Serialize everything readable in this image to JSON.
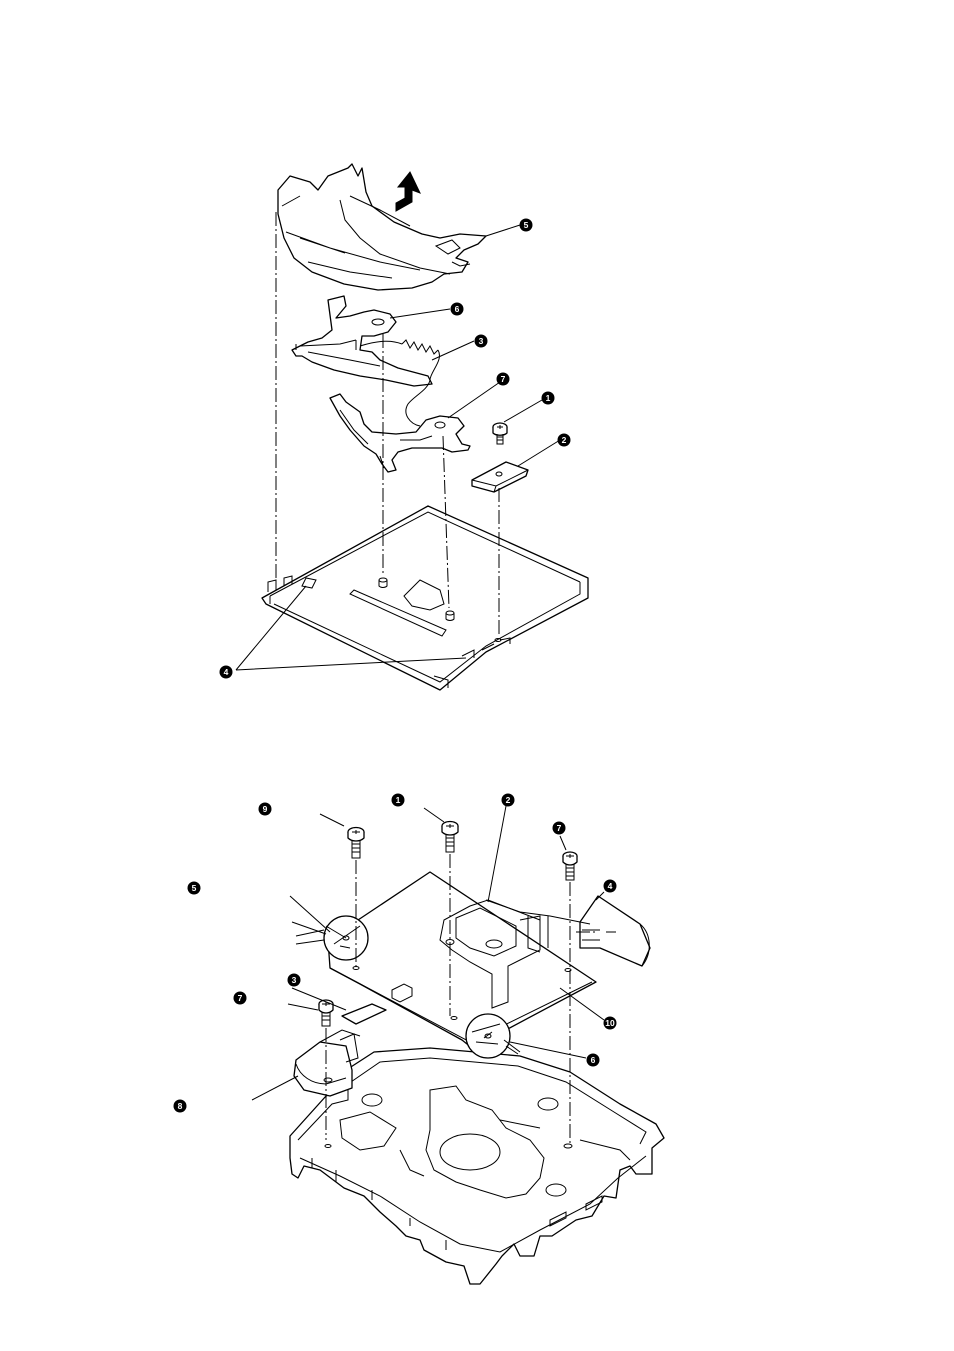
{
  "callouts": {
    "fig1": [
      {
        "name": "callout-5-upper",
        "label": "5"
      },
      {
        "name": "callout-6-upper",
        "label": "6"
      },
      {
        "name": "callout-3-upper",
        "label": "3"
      },
      {
        "name": "callout-7-upper",
        "label": "7"
      },
      {
        "name": "callout-1-upper",
        "label": "1"
      },
      {
        "name": "callout-2-upper",
        "label": "2"
      },
      {
        "name": "callout-4-upper",
        "label": "4"
      }
    ],
    "fig2": [
      {
        "name": "callout-9-lower",
        "label": "9"
      },
      {
        "name": "callout-1-lower",
        "label": "1"
      },
      {
        "name": "callout-2-lower",
        "label": "2"
      },
      {
        "name": "callout-7-lower-right",
        "label": "7"
      },
      {
        "name": "callout-5-lower",
        "label": "5"
      },
      {
        "name": "callout-4-lower",
        "label": "4"
      },
      {
        "name": "callout-3-lower",
        "label": "3"
      },
      {
        "name": "callout-7-lower-left",
        "label": "7"
      },
      {
        "name": "callout-10-lower",
        "label": "10"
      },
      {
        "name": "callout-6-lower",
        "label": "6"
      },
      {
        "name": "callout-8-lower",
        "label": "8"
      }
    ]
  }
}
